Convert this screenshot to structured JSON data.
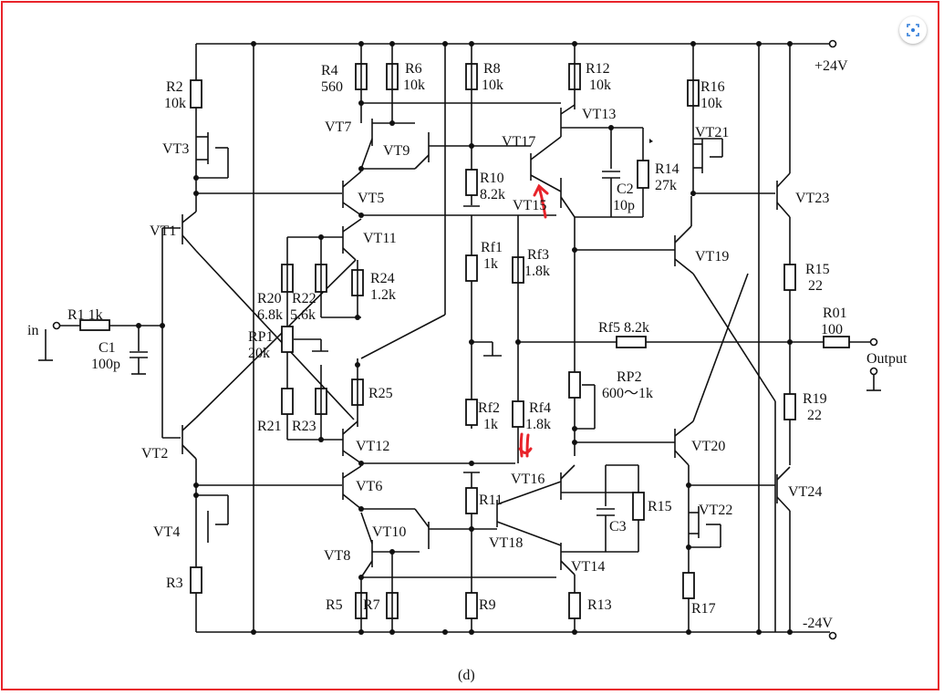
{
  "caption": "(d)",
  "rails": {
    "pos": "+24V",
    "neg": "-24V"
  },
  "io": {
    "input": "in",
    "output": "Output"
  },
  "transistors": [
    "VT1",
    "VT2",
    "VT3",
    "VT4",
    "VT5",
    "VT6",
    "VT7",
    "VT8",
    "VT9",
    "VT10",
    "VT11",
    "VT12",
    "VT13",
    "VT14",
    "VT15",
    "VT16",
    "VT17",
    "VT18",
    "VT19",
    "VT20",
    "VT21",
    "VT22",
    "VT23",
    "VT24"
  ],
  "labels": {
    "R1": "R1  1k",
    "C1": "C1",
    "C1v": "100p",
    "R2": "R2",
    "R2v": "10k",
    "R3": "R3",
    "R4": "R4",
    "R4v": "560",
    "R5": "R5",
    "R6": "R6",
    "R6v": "10k",
    "R7": "R7",
    "R8": "R8",
    "R8v": "10k",
    "R9": "R9",
    "R10": "R10",
    "R10v": "8.2k",
    "R11": "R11",
    "R12": "R12",
    "R12v": "10k",
    "R13": "R13",
    "R14": "R14",
    "R14v": "27k",
    "R15a": "R15",
    "R15": "R15",
    "R15v": "22",
    "R16": "R16",
    "R16v": "10k",
    "R17": "R17",
    "R19": "R19",
    "R19v": "22",
    "R20": "R20",
    "R20v": "6.8k",
    "R21": "R21",
    "R22": "R22",
    "R22v": "5.6k",
    "R23": "R23",
    "R24": "R24",
    "R24v": "1.2k",
    "R25": "R25",
    "RP1": "RP1",
    "RP1v": "20k",
    "RP2": "RP2",
    "RP2v": "600～1k",
    "Rf1": "Rf1",
    "Rf1v": "1k",
    "Rf2": "Rf2",
    "Rf2v": "1k",
    "Rf3": "Rf3",
    "Rf3v": "1.8k",
    "Rf4": "Rf4",
    "Rf4v": "1.8k",
    "Rf5": "Rf5  8.2k",
    "R01": "R01",
    "R01v": "100",
    "C2": "C2",
    "C2v": "10p",
    "C3": "C3"
  },
  "colors": {
    "annotation": "#e8232a",
    "ink": "#111111"
  },
  "icons": {
    "zoom": "expand-scan-icon"
  }
}
